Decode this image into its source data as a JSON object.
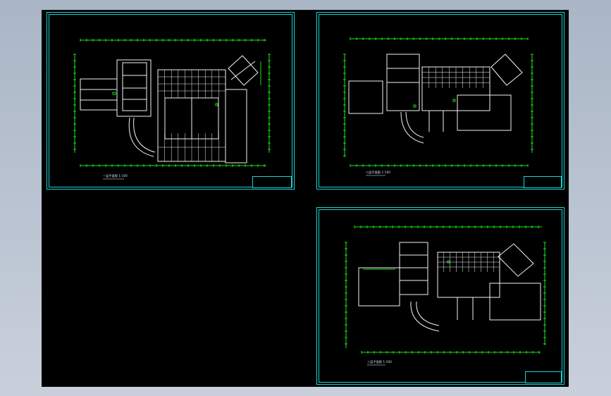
{
  "viewer": {
    "background": "#000000",
    "frame_color": "#19d3d3",
    "dimension_color": "#18e018",
    "plan_color": "#f2f2f2",
    "accent_color": "#18e018"
  },
  "sheets": [
    {
      "id": "sheet-1",
      "title_text": "一层平面图  1:100",
      "tb_line1": "",
      "tb_line2": ""
    },
    {
      "id": "sheet-2",
      "title_text": "二层平面图  1:100",
      "tb_line1": "",
      "tb_line2": ""
    },
    {
      "id": "sheet-3",
      "title_text": "三层平面图  1:100",
      "tb_line1": "",
      "tb_line2": ""
    }
  ]
}
